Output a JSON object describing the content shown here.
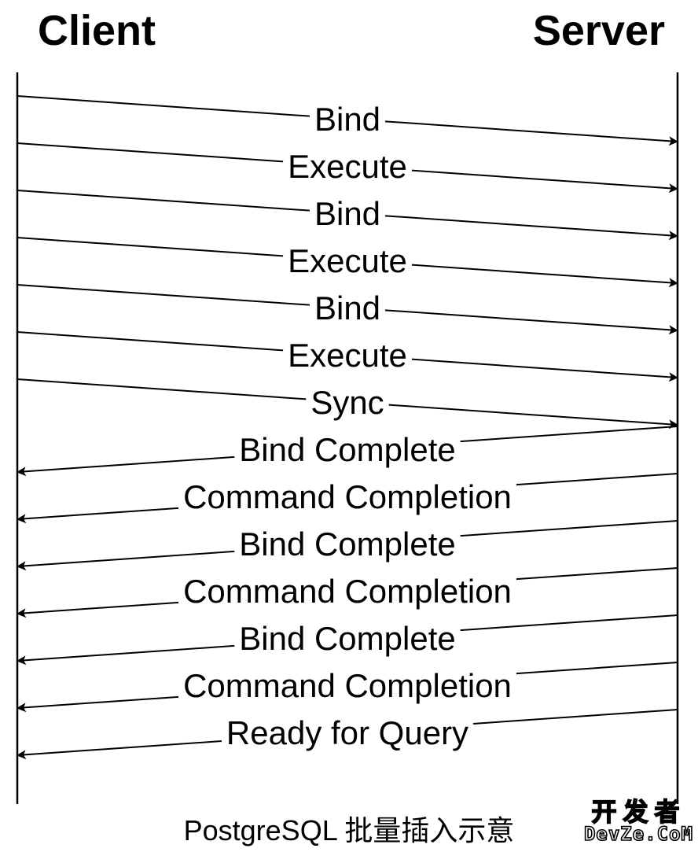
{
  "participants": {
    "client": "Client",
    "server": "Server"
  },
  "messages": [
    {
      "label": "Bind",
      "from": "client",
      "to": "server"
    },
    {
      "label": "Execute",
      "from": "client",
      "to": "server"
    },
    {
      "label": "Bind",
      "from": "client",
      "to": "server"
    },
    {
      "label": "Execute",
      "from": "client",
      "to": "server"
    },
    {
      "label": "Bind",
      "from": "client",
      "to": "server"
    },
    {
      "label": "Execute",
      "from": "client",
      "to": "server"
    },
    {
      "label": "Sync",
      "from": "client",
      "to": "server"
    },
    {
      "label": "Bind Complete",
      "from": "server",
      "to": "client"
    },
    {
      "label": "Command Completion",
      "from": "server",
      "to": "client"
    },
    {
      "label": "Bind Complete",
      "from": "server",
      "to": "client"
    },
    {
      "label": "Command Completion",
      "from": "server",
      "to": "client"
    },
    {
      "label": "Bind Complete",
      "from": "server",
      "to": "client"
    },
    {
      "label": "Command Completion",
      "from": "server",
      "to": "client"
    },
    {
      "label": "Ready for Query",
      "from": "server",
      "to": "client"
    }
  ],
  "caption": "PostgreSQL 批量插入示意",
  "watermark": {
    "line1": "开发者",
    "line2": "DevZe.CoM"
  }
}
